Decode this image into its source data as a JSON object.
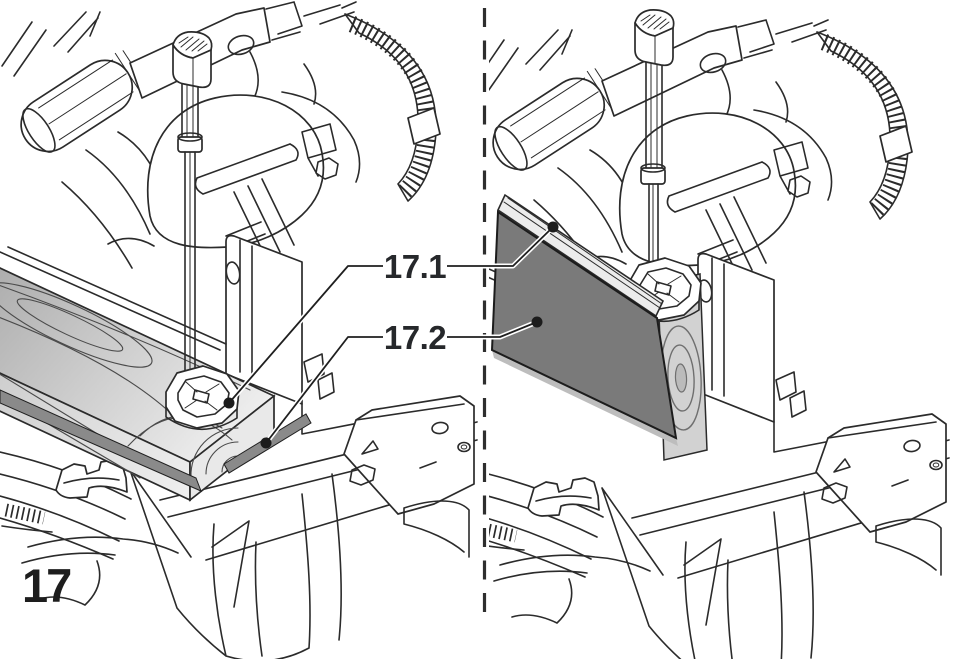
{
  "page": {
    "background": "#ffffff",
    "kind": "instruction-manual-figure"
  },
  "figure": {
    "number": "17"
  },
  "callouts": {
    "part1": {
      "label": "17.1"
    },
    "part2": {
      "label": "17.2"
    }
  },
  "panels": {
    "left": {
      "name": "clamp-flat-workpiece",
      "description": "Mitre saw with screw clamp pressing a flat wooden board onto the table; thin dark strip underneath"
    },
    "right": {
      "name": "clamp-tall-panel",
      "description": "Mitre saw with screw clamp holding a tall dark panel upright against the fence"
    }
  },
  "divider": {
    "orientation": "vertical",
    "style": "dashed",
    "color": "#2e2e2e"
  },
  "colors": {
    "line": "#2b2b2b",
    "panel_dark": "#7a7a7a",
    "strip_dark": "#8a8a8a",
    "wood_light": "#e9e9e9",
    "label_text": "#26282b",
    "dot": "#1c1c1c"
  }
}
